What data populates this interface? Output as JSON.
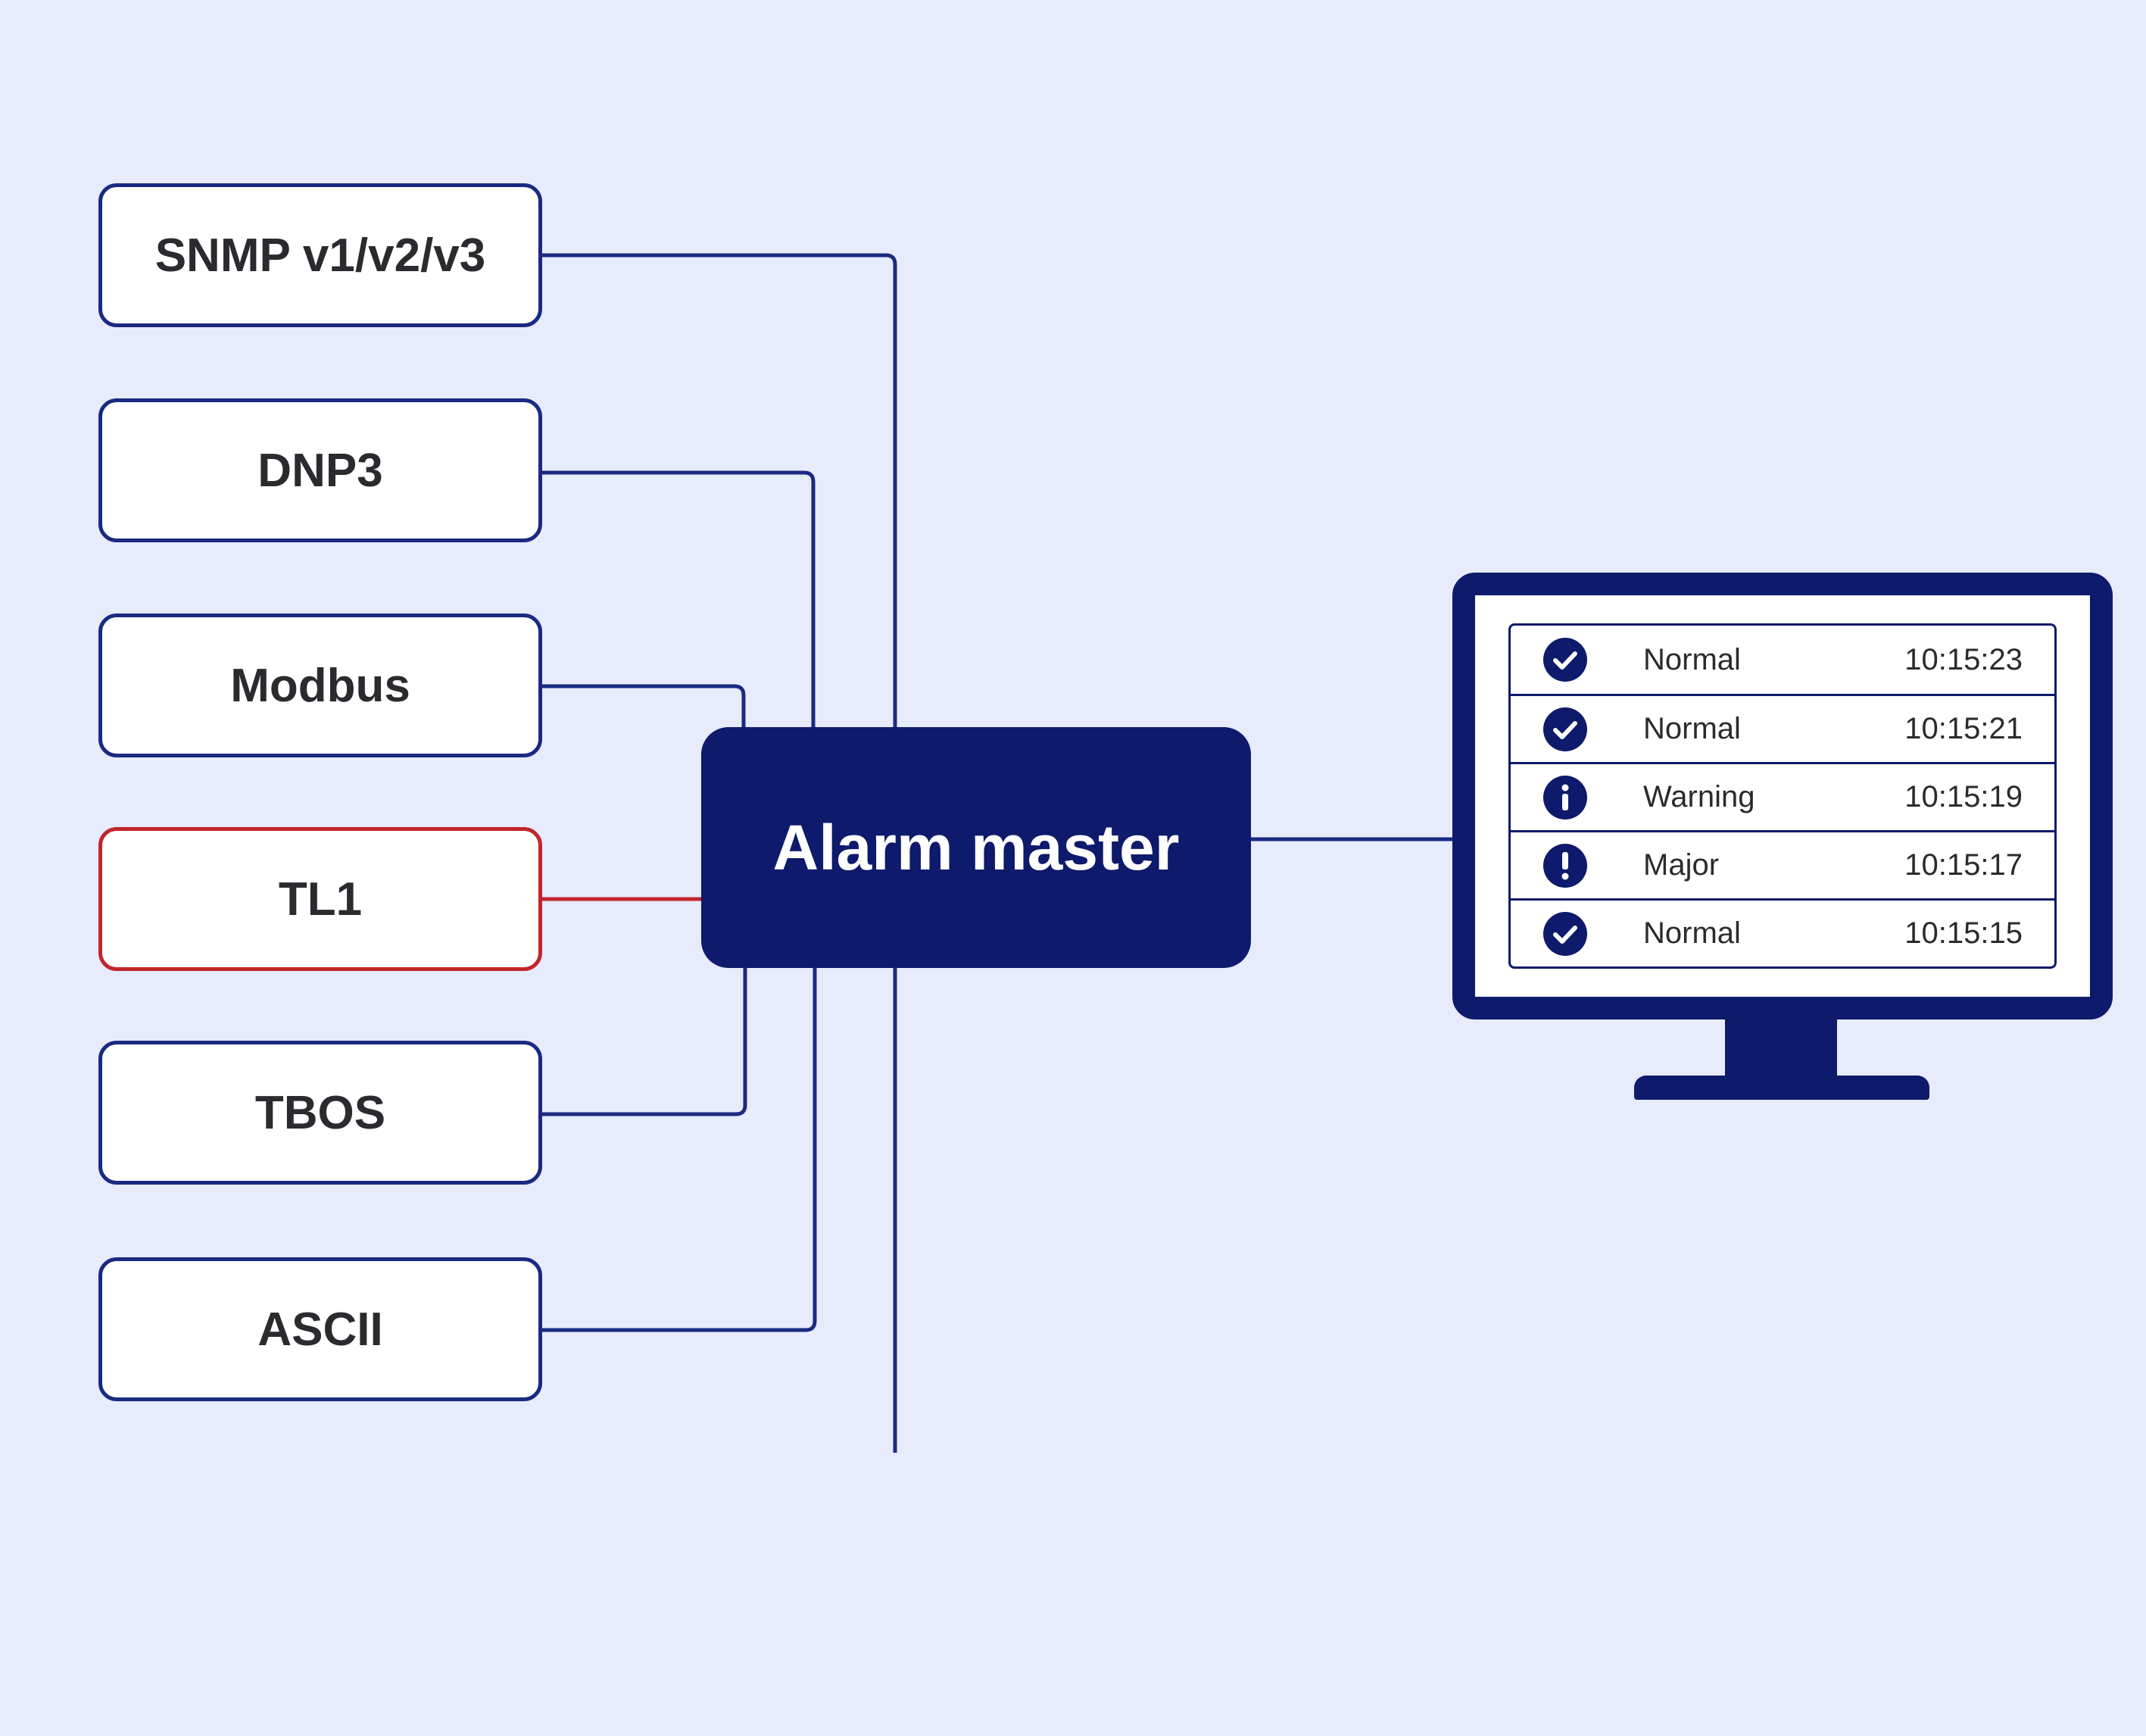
{
  "protocols": [
    {
      "label": "SNMP v1/v2/v3",
      "active": false
    },
    {
      "label": "DNP3",
      "active": false
    },
    {
      "label": "Modbus",
      "active": false
    },
    {
      "label": "TL1",
      "active": true
    },
    {
      "label": "TBOS",
      "active": false
    },
    {
      "label": "ASCII",
      "active": false
    }
  ],
  "master": {
    "label": "Alarm master"
  },
  "monitor": {
    "rows": [
      {
        "icon": "check-circle-icon",
        "status": "Normal",
        "time": "10:15:23"
      },
      {
        "icon": "check-circle-icon",
        "status": "Normal",
        "time": "10:15:21"
      },
      {
        "icon": "info-circle-icon",
        "status": "Warning",
        "time": "10:15:19"
      },
      {
        "icon": "exclamation-circle-icon",
        "status": "Major",
        "time": "10:15:17"
      },
      {
        "icon": "check-circle-icon",
        "status": "Normal",
        "time": "10:15:15"
      }
    ]
  },
  "colors": {
    "background": "#e7ebfb",
    "navy": "#0e1a6b",
    "line": "#1a2a80",
    "active": "#c0262d"
  }
}
